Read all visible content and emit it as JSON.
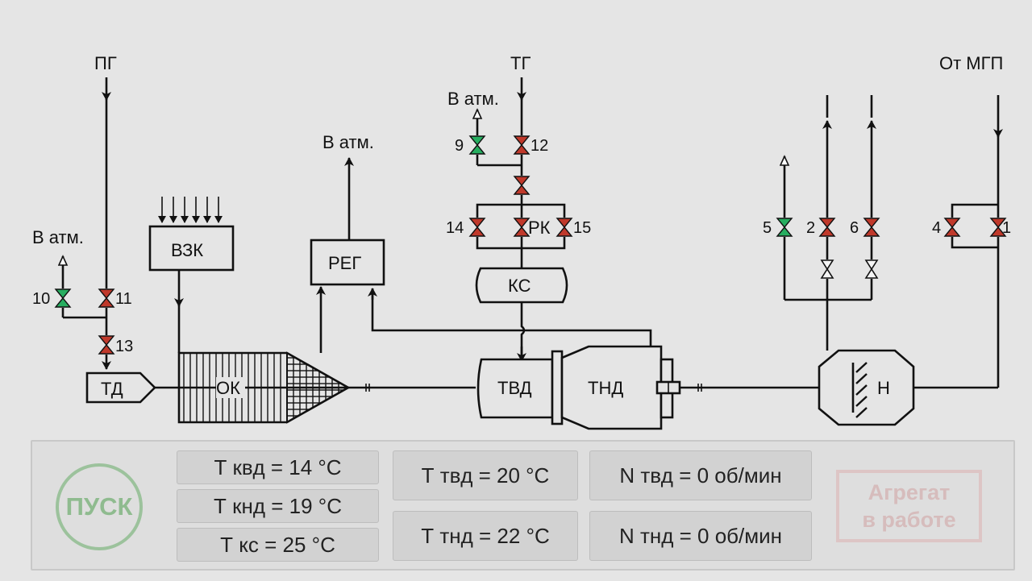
{
  "scheme": {
    "labels": {
      "pg": "ПГ",
      "tg": "ТГ",
      "ot_mgp": "От МГП",
      "atm_left": "В атм.",
      "atm_mid": "В атм.",
      "atm_top": "В атм.",
      "vzk": "ВЗК",
      "reg": "РЕГ",
      "ks": "КС",
      "td": "ТД",
      "ok": "ОК",
      "tvd": "ТВД",
      "tnd": "ТНД",
      "n": "Н",
      "rk": "РК"
    },
    "valves": [
      {
        "id": "1",
        "state": "closed",
        "color": "#c0392b"
      },
      {
        "id": "2",
        "state": "closed",
        "color": "#c0392b"
      },
      {
        "id": "4",
        "state": "closed",
        "color": "#c0392b"
      },
      {
        "id": "5",
        "state": "open",
        "color": "#27ae60"
      },
      {
        "id": "6",
        "state": "closed",
        "color": "#c0392b"
      },
      {
        "id": "9",
        "state": "open",
        "color": "#27ae60"
      },
      {
        "id": "10",
        "state": "open",
        "color": "#27ae60"
      },
      {
        "id": "11",
        "state": "closed",
        "color": "#c0392b"
      },
      {
        "id": "12",
        "state": "closed",
        "color": "#c0392b"
      },
      {
        "id": "13",
        "state": "closed",
        "color": "#c0392b"
      },
      {
        "id": "14",
        "state": "closed",
        "color": "#c0392b"
      },
      {
        "id": "15",
        "state": "closed",
        "color": "#c0392b"
      }
    ]
  },
  "panel": {
    "start_label": "ПУСК",
    "t_kvd": "Т квд = 14 °С",
    "t_knd": "Т кнд = 19 °С",
    "t_ks": "Т кс = 25 °С",
    "t_tvd": "Т твд = 20 °С",
    "t_tnd": "Т тнд = 22 °С",
    "n_tvd": "N твд = 0 об/мин",
    "n_tnd": "N тнд = 0 об/мин",
    "status_line1": "Агрегат",
    "status_line2": "в работе"
  },
  "colors": {
    "valve_closed": "#c0392b",
    "valve_open": "#27ae60",
    "start_button": "#9cc29c",
    "status_inactive": "#ddc5c5"
  }
}
